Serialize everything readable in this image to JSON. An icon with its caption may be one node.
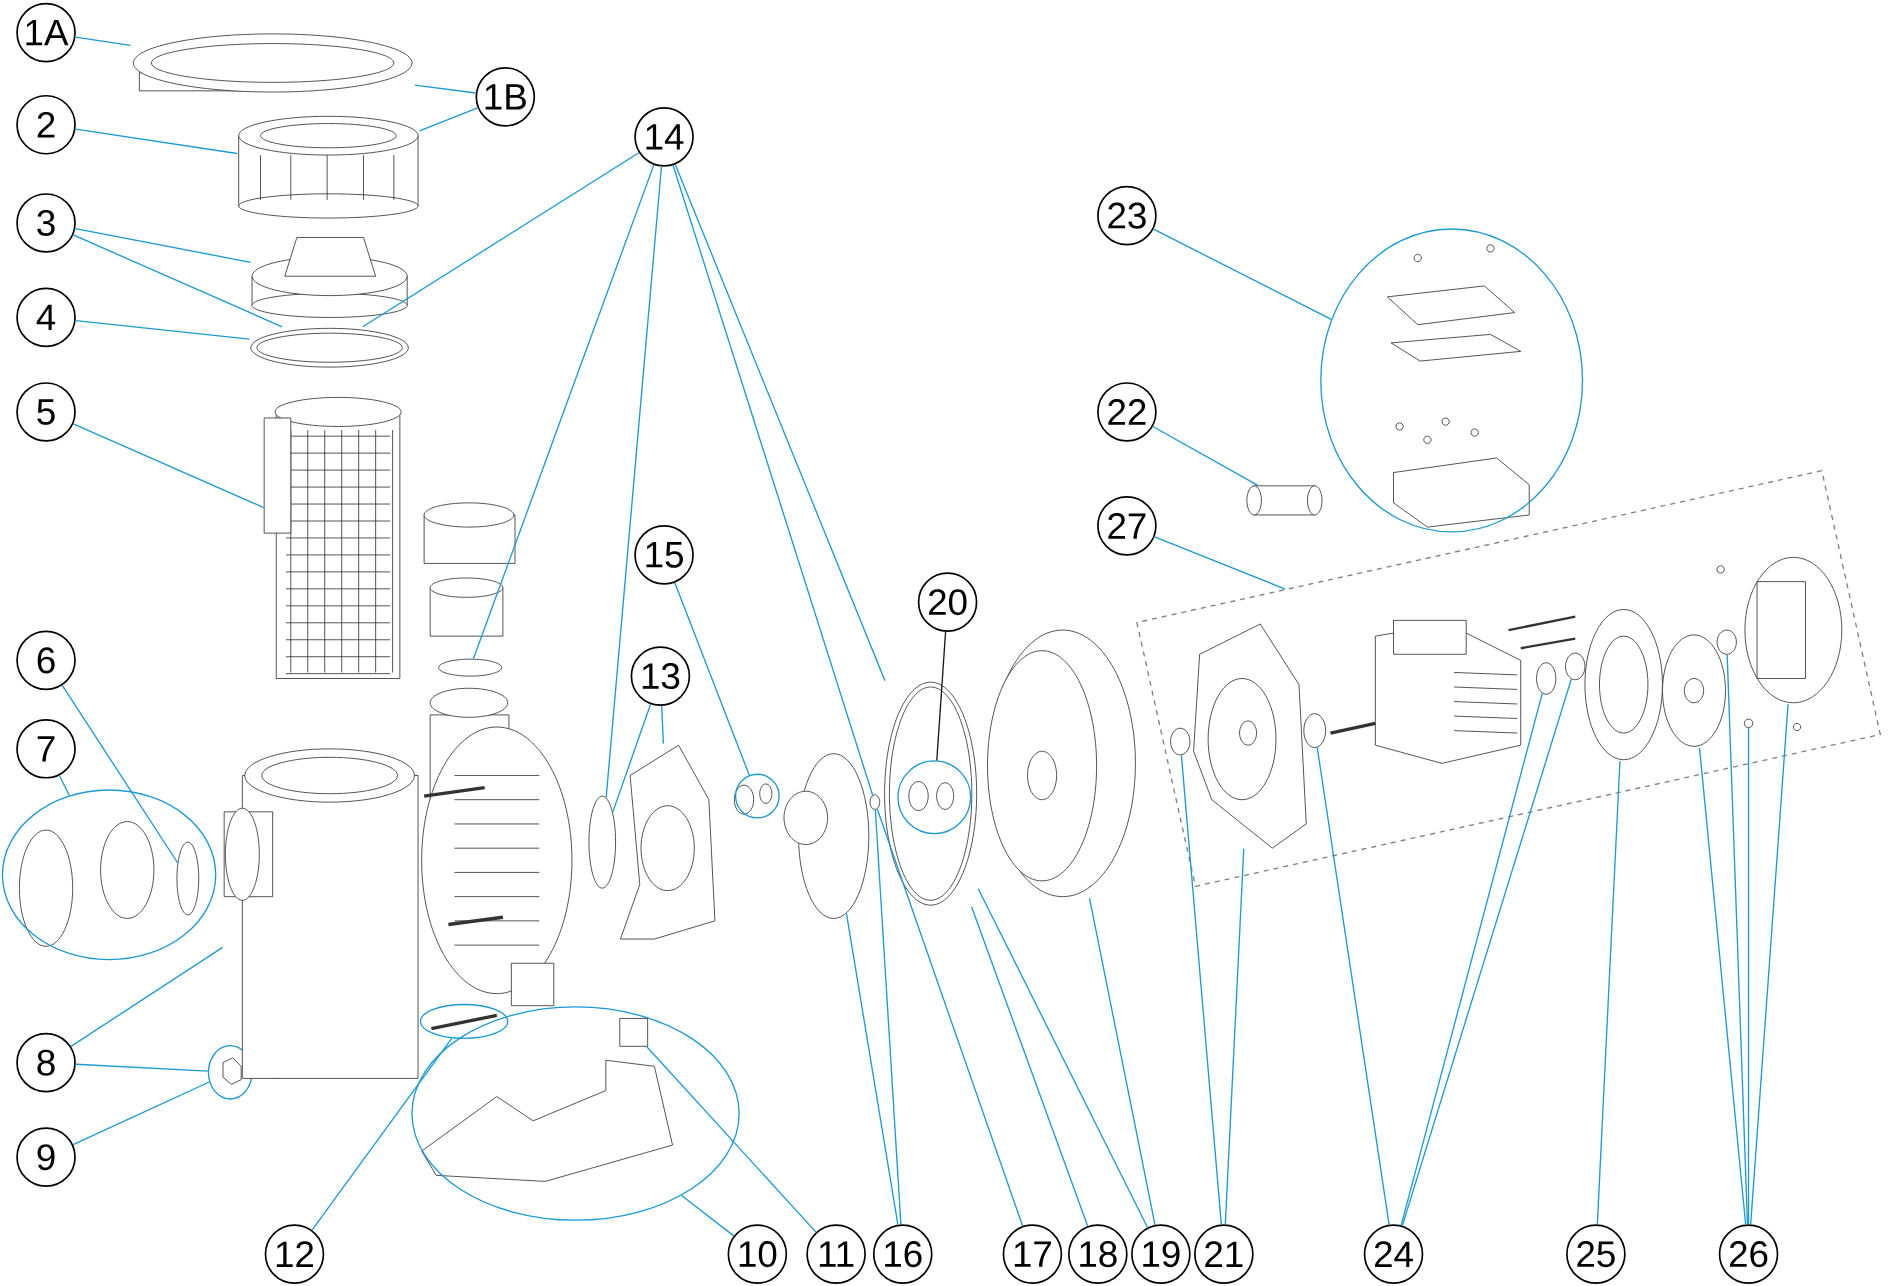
{
  "diagram": {
    "nodes": [
      {
        "text": [
          "1A"
        ]
      },
      {
        "text": [
          "1B"
        ]
      },
      {
        "text": [
          "2"
        ]
      },
      {
        "text": [
          "3"
        ]
      },
      {
        "text": [
          "4"
        ]
      },
      {
        "text": [
          "5"
        ]
      },
      {
        "text": [
          "6"
        ]
      },
      {
        "text": [
          "7"
        ]
      },
      {
        "text": [
          "8"
        ]
      },
      {
        "text": [
          "9"
        ]
      },
      {
        "text": [
          "14"
        ]
      },
      {
        "text": [
          "23"
        ]
      },
      {
        "text": [
          "22"
        ]
      },
      {
        "text": [
          "27"
        ]
      },
      {
        "text": [
          "13"
        ]
      },
      {
        "text": [
          "15"
        ]
      },
      {
        "text": [
          "20"
        ]
      },
      {
        "text": [
          "12"
        ]
      },
      {
        "text": [
          "10"
        ]
      },
      {
        "text": [
          "11"
        ]
      },
      {
        "text": [
          "16"
        ]
      },
      {
        "text": [
          "17"
        ]
      },
      {
        "text": [
          "18"
        ]
      },
      {
        "text": [
          "19"
        ]
      },
      {
        "text": [
          "21"
        ]
      },
      {
        "text": [
          "24"
        ]
      },
      {
        "text": [
          "25"
        ]
      },
      {
        "text": [
          "26"
        ]
      },
      {
        "text": [],
        "shape": "circle"
      },
      {
        "text": [],
        "shape": "circle"
      },
      {
        "text": [],
        "shape": "circle"
      },
      {
        "text": [],
        "shape": "circle"
      },
      {
        "text": [],
        "shape": "box",
        "in": 31
      },
      {
        "text": [],
        "shape": "circle"
      },
      {
        "text": [],
        "shape": "circle",
        "in": 50
      },
      {
        "text": [],
        "shape": "circle"
      },
      {
        "text": [],
        "shape": "circle"
      },
      {
        "text": [],
        "shape": "box"
      },
      {
        "text": [],
        "shape": "circle",
        "in": 37
      },
      {
        "text": [],
        "shape": "picture"
      },
      {
        "text": [],
        "shape": "picture"
      },
      {
        "text": [],
        "shape": "picture"
      },
      {
        "text": [],
        "shape": "picture"
      },
      {
        "text": [],
        "shape": "picture"
      },
      {
        "text": [],
        "shape": "circle"
      },
      {
        "text": [],
        "shape": "circle",
        "in": 28
      },
      {
        "text": [],
        "shape": "picture"
      },
      {
        "text": [],
        "shape": "circle"
      },
      {
        "text": [],
        "shape": "picture"
      },
      {
        "text": [],
        "shape": "circle"
      },
      {
        "text": [],
        "shape": "picture"
      },
      {
        "text": [],
        "shape": "picture"
      },
      {
        "text": [],
        "shape": "cylinder"
      },
      {
        "text": [],
        "shape": "circle",
        "in": 37
      },
      {
        "text": [],
        "shape": "picture",
        "in": 37
      },
      {
        "text": [],
        "shape": "circle",
        "in": 37
      },
      {
        "text": [],
        "shape": "circle",
        "in": 37
      },
      {
        "text": [],
        "shape": "circle",
        "in": 37
      },
      {
        "text": [],
        "shape": "picture",
        "in": 37
      },
      {
        "text": [],
        "shape": "picture",
        "in": 37
      },
      {
        "text": [],
        "shape": "circle",
        "in": 37
      },
      {
        "text": [],
        "shape": "picture",
        "in": 37
      }
    ],
    "edges": [
      {
        "from": 0,
        "to": 39,
        "arrow": "none"
      },
      {
        "from": 1,
        "to": 39,
        "arrow": "none"
      },
      {
        "from": 1,
        "to": 40,
        "arrow": "none"
      },
      {
        "from": 2,
        "to": 40,
        "arrow": "none"
      },
      {
        "from": 3,
        "to": 41,
        "arrow": "none"
      },
      {
        "from": 3,
        "to": 42,
        "arrow": "none"
      },
      {
        "from": 4,
        "to": 42,
        "arrow": "none"
      },
      {
        "from": 5,
        "to": 43,
        "arrow": "none"
      },
      {
        "from": 6,
        "to": 45,
        "arrow": "none"
      },
      {
        "from": 7,
        "to": 28,
        "arrow": "none"
      },
      {
        "from": 8,
        "to": 46,
        "arrow": "none"
      },
      {
        "from": 8,
        "to": 29,
        "arrow": "none"
      },
      {
        "from": 9,
        "to": 29,
        "arrow": "none"
      },
      {
        "from": 10,
        "to": 42,
        "arrow": "none"
      },
      {
        "from": 10,
        "to": 44,
        "arrow": "none"
      },
      {
        "from": 10,
        "to": 47,
        "arrow": "none"
      },
      {
        "from": 10,
        "to": 36,
        "arrow": "none"
      },
      {
        "from": 10,
        "to": 50,
        "arrow": "none"
      },
      {
        "from": 11,
        "to": 35,
        "arrow": "none"
      },
      {
        "from": 12,
        "to": 52,
        "arrow": "none"
      },
      {
        "from": 13,
        "to": 37,
        "arrow": "none"
      },
      {
        "from": 14,
        "to": 47,
        "arrow": "none"
      },
      {
        "from": 14,
        "to": 48,
        "arrow": "none"
      },
      {
        "from": 15,
        "to": 33,
        "arrow": "none"
      },
      {
        "from": 16,
        "to": 34,
        "arrow": "none",
        "color": "#1a1a1a"
      },
      {
        "from": 17,
        "to": 30,
        "arrow": "none"
      },
      {
        "from": 18,
        "to": 31,
        "arrow": "none"
      },
      {
        "from": 19,
        "to": 32,
        "arrow": "none"
      },
      {
        "from": 20,
        "to": 49,
        "arrow": "none"
      },
      {
        "from": 20,
        "to": 36,
        "arrow": "none"
      },
      {
        "from": 21,
        "to": 36,
        "arrow": "none"
      },
      {
        "from": 22,
        "to": 50,
        "arrow": "none"
      },
      {
        "from": 23,
        "to": 50,
        "arrow": "none"
      },
      {
        "from": 23,
        "to": 51,
        "arrow": "none"
      },
      {
        "from": 24,
        "to": 53,
        "arrow": "none"
      },
      {
        "from": 24,
        "to": 54,
        "arrow": "none"
      },
      {
        "from": 25,
        "to": 55,
        "arrow": "none"
      },
      {
        "from": 25,
        "to": 56,
        "arrow": "none"
      },
      {
        "from": 25,
        "to": 57,
        "arrow": "none"
      },
      {
        "from": 26,
        "to": 58,
        "arrow": "none"
      },
      {
        "from": 27,
        "to": 59,
        "arrow": "none"
      },
      {
        "from": 27,
        "to": 60,
        "arrow": "none"
      },
      {
        "from": 27,
        "to": 38,
        "arrow": "none"
      },
      {
        "from": 27,
        "to": 61,
        "arrow": "none"
      }
    ]
  }
}
